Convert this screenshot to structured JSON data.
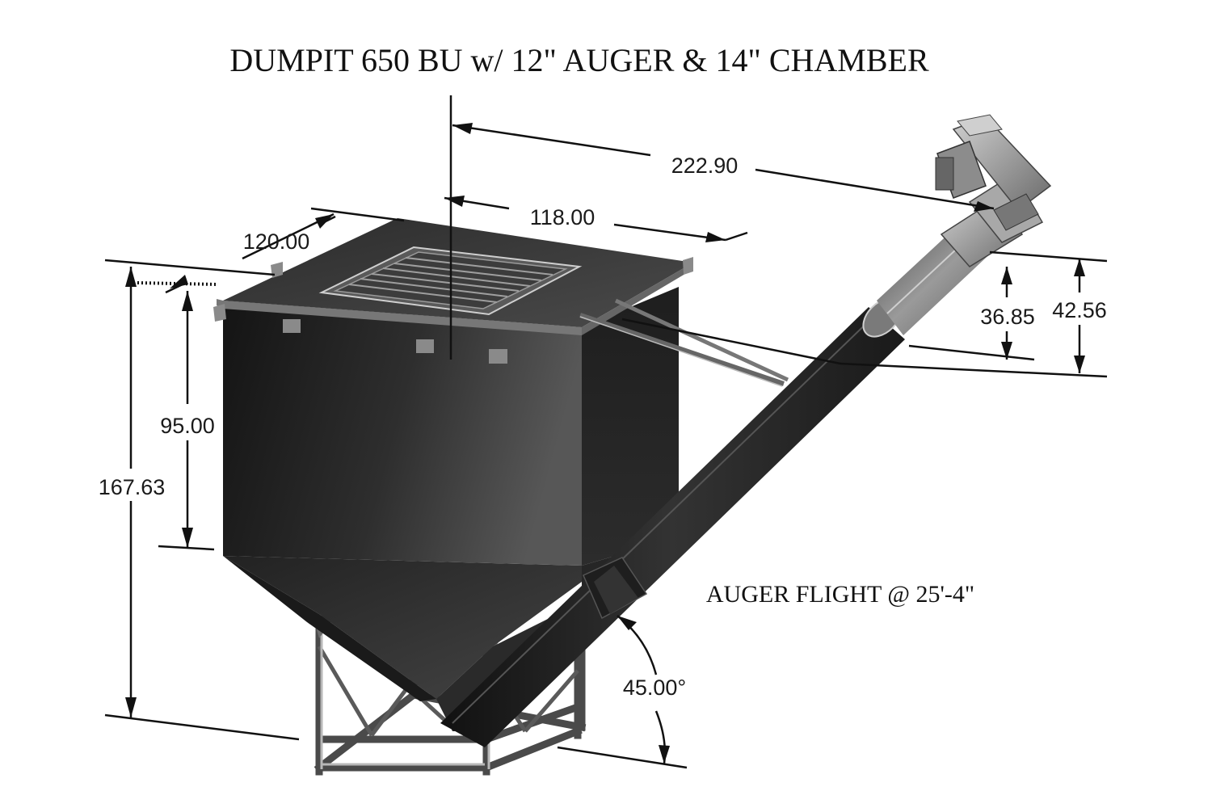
{
  "title": "DUMPIT 650 BU w/ 12\" AUGER & 14\" CHAMBER",
  "dimensions": {
    "auger_reach": "222.90",
    "width": "118.00",
    "depth": "120.00",
    "box_height": "95.00",
    "overall_height": "167.63",
    "discharge_inner": "36.85",
    "discharge_outer": "42.56",
    "angle": "45.00°"
  },
  "note": "AUGER FLIGHT @ 25'-4\"",
  "colors": {
    "hopper_dark": "#1c1c1c",
    "hopper_mid": "#4e4e4e",
    "top_plate": "#3a3a3a",
    "frame": "#555555",
    "auger_tube": "#2a2a2a",
    "auger_head": "#9a9a9a"
  }
}
